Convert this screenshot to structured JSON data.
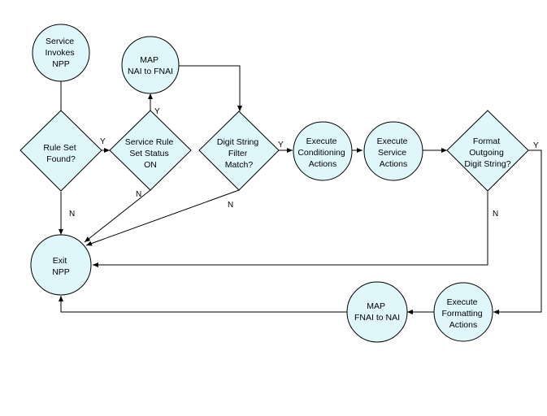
{
  "nodes": {
    "service_invokes_npp": {
      "shape": "circle",
      "lines": [
        "Service",
        "Invokes",
        "NPP"
      ]
    },
    "map_nai_to_fnai": {
      "shape": "circle",
      "lines": [
        "MAP",
        "NAI to FNAI"
      ]
    },
    "rule_set_found": {
      "shape": "diamond",
      "lines": [
        "Rule Set",
        "Found?"
      ]
    },
    "service_rule_set_status": {
      "shape": "diamond",
      "lines": [
        "Service Rule",
        "Set Status",
        "ON"
      ]
    },
    "digit_string_filter_match": {
      "shape": "diamond",
      "lines": [
        "Digit String",
        "Filter",
        "Match?"
      ]
    },
    "execute_conditioning_actions": {
      "shape": "circle",
      "lines": [
        "Execute",
        "Conditioning",
        "Actions"
      ]
    },
    "execute_service_actions": {
      "shape": "circle",
      "lines": [
        "Execute",
        "Service",
        "Actions"
      ]
    },
    "format_outgoing_digit_string": {
      "shape": "diamond",
      "lines": [
        "Format",
        "Outgoing",
        "Digit String?"
      ]
    },
    "exit_npp": {
      "shape": "circle",
      "lines": [
        "Exit",
        "NPP"
      ]
    },
    "map_fnai_to_nai": {
      "shape": "circle",
      "lines": [
        "MAP",
        "FNAI to NAI"
      ]
    },
    "execute_formatting_actions": {
      "shape": "circle",
      "lines": [
        "Execute",
        "Formatting",
        "Actions"
      ]
    }
  },
  "edge_labels": {
    "rule_set_yes": "Y",
    "rule_set_no": "N",
    "status_yes": "Y",
    "status_no": "N",
    "filter_yes": "Y",
    "filter_no": "N",
    "format_yes": "Y",
    "format_no": "N"
  },
  "colors": {
    "node_fill": "#dff7fb",
    "stroke": "#000000"
  }
}
